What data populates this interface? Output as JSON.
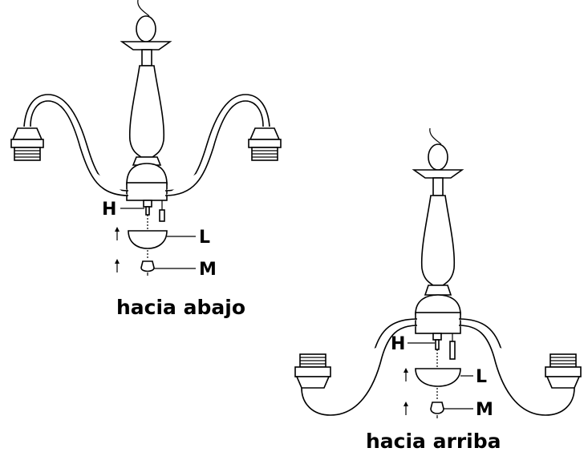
{
  "downward": {
    "caption": "hacia abajo",
    "label_H": "H",
    "label_L": "L",
    "label_M": "M"
  },
  "upward": {
    "caption": "hacia arriba",
    "label_H": "H",
    "label_L": "L",
    "label_M": "M"
  },
  "colors": {
    "ink": "#000000",
    "background": "#ffffff"
  }
}
